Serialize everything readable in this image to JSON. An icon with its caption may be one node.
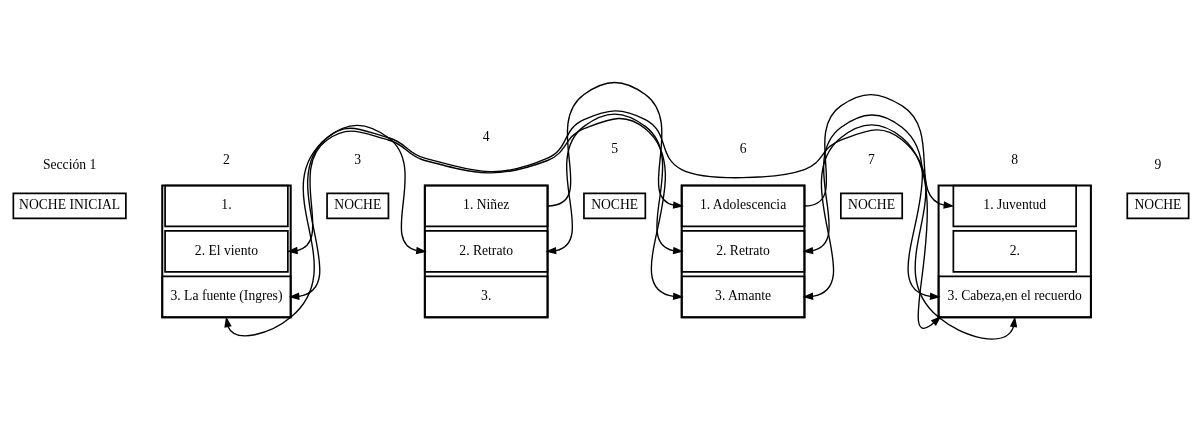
{
  "diagram": {
    "nodes": [
      {
        "text": [
          "NOCHE INICIAL"
        ]
      },
      {
        "text": [],
        "shape": "box"
      },
      {
        "text": [
          "1."
        ],
        "in": 1
      },
      {
        "text": [
          "2. El viento"
        ],
        "in": 1
      },
      {
        "text": [
          "3. La fuente (Ingres)"
        ],
        "in": 1
      },
      {
        "text": [
          "NOCHE"
        ]
      },
      {
        "text": [],
        "shape": "box"
      },
      {
        "text": [
          "1. Niñez"
        ],
        "in": 6
      },
      {
        "text": [
          "2. Retrato"
        ],
        "in": 6
      },
      {
        "text": [
          "3."
        ],
        "in": 6
      },
      {
        "text": [
          "NOCHE"
        ]
      },
      {
        "text": [],
        "shape": "box"
      },
      {
        "text": [
          "1. Adolescencia"
        ],
        "in": 11
      },
      {
        "text": [
          "2. Retrato"
        ],
        "in": 11
      },
      {
        "text": [
          "3. Amante"
        ],
        "in": 11
      },
      {
        "text": [
          "NOCHE"
        ]
      },
      {
        "text": [],
        "shape": "box"
      },
      {
        "text": [
          "1. Juventud"
        ],
        "in": 16
      },
      {
        "text": [
          "2."
        ],
        "in": 16
      },
      {
        "text": [
          "3. Cabeza,en el recuerdo"
        ],
        "in": 16
      },
      {
        "text": [
          "NOCHE"
        ]
      }
    ],
    "edges": [
      {
        "from": 4,
        "to": 8,
        "arrow": "both"
      },
      {
        "from": 14,
        "to": 3,
        "arrow": "both"
      },
      {
        "from": 7,
        "to": 12,
        "arrow": "to"
      },
      {
        "from": 13,
        "to": 8,
        "arrow": "both"
      },
      {
        "from": 12,
        "to": 17,
        "arrow": "to"
      },
      {
        "from": 13,
        "to": 19,
        "arrow": "both"
      },
      {
        "from": 19,
        "to": 14,
        "arrow": "both"
      },
      {
        "from": 4,
        "to": 19,
        "arrow": "both"
      }
    ],
    "labels": [
      "Sección 1",
      "2",
      "3",
      "4",
      "5",
      "6",
      "7",
      "8",
      "9"
    ]
  }
}
